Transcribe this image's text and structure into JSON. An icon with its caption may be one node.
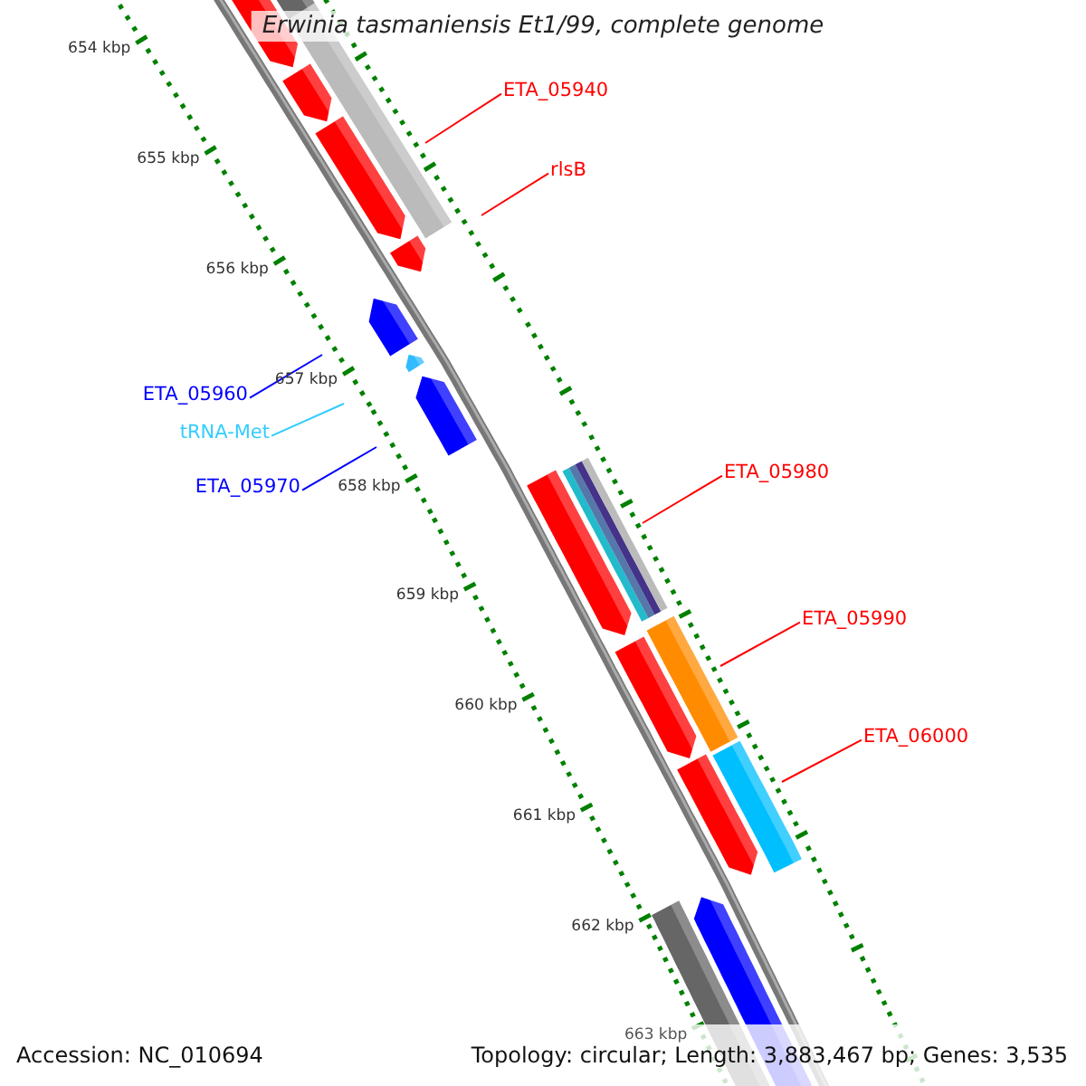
{
  "diagram": {
    "title": "Erwinia tasmaniensis Et1/99, complete genome",
    "nodes": [
      {
        "text": [
          "ETA_05940"
        ]
      },
      {
        "text": [
          "rlsB"
        ]
      },
      {
        "text": [
          "ETA_05960"
        ]
      },
      {
        "text": [
          "tRNA-Met"
        ]
      },
      {
        "text": [
          "ETA_05970"
        ]
      },
      {
        "text": [
          "ETA_05980"
        ]
      },
      {
        "text": [
          "ETA_05990"
        ]
      },
      {
        "text": [
          "ETA_06000"
        ]
      }
    ],
    "edges": [
      {
        "from": 0,
        "to": null,
        "arrow": "none"
      },
      {
        "from": 1,
        "to": null,
        "arrow": "none"
      },
      {
        "from": 2,
        "to": null,
        "arrow": "none",
        "color": "#0000ff"
      },
      {
        "from": 3,
        "to": null,
        "arrow": "none",
        "color": "#33ccff"
      },
      {
        "from": 4,
        "to": null,
        "arrow": "none",
        "color": "#0000ff"
      },
      {
        "from": 5,
        "to": null,
        "arrow": "none"
      },
      {
        "from": 6,
        "to": null,
        "arrow": "none"
      },
      {
        "from": 7,
        "to": null,
        "arrow": "none"
      }
    ],
    "labels": [
      "654 kbp",
      "655 kbp",
      "656 kbp",
      "657 kbp",
      "658 kbp",
      "659 kbp",
      "660 kbp",
      "661 kbp",
      "662 kbp",
      "663 kbp",
      "Accession: NC_010694",
      "Topology: circular; Length: 3,883,467 bp; Genes: 3,535"
    ]
  }
}
